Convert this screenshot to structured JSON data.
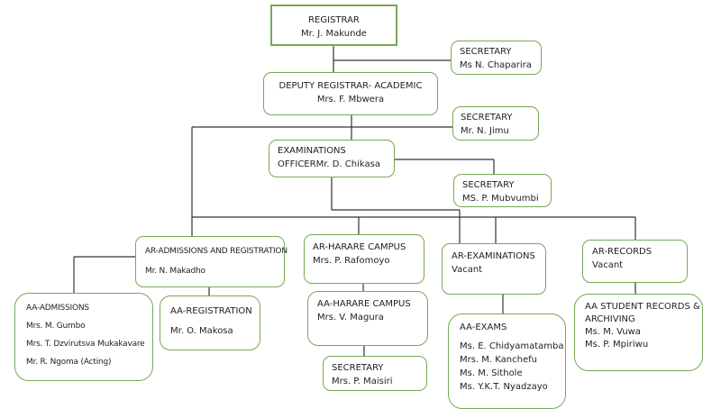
{
  "chart": {
    "registrar": {
      "title": "REGISTRAR",
      "name": "Mr. J. Makunde"
    },
    "registrar_secretary": {
      "title": "SECRETARY",
      "name": "Ms N. Chaparira"
    },
    "deputy": {
      "title": "DEPUTY REGISTRAR- ACADEMIC",
      "name": "Mrs. F. Mbwera"
    },
    "deputy_secretary": {
      "title": "SECRETARY",
      "name": "Mr. N. Jimu"
    },
    "exams_officer": {
      "title": "EXAMINATIONS",
      "name": "OFFICERMr. D. Chikasa"
    },
    "exams_officer_secretary": {
      "title": "SECRETARY",
      "name": "MS. P. Mubvumbi"
    },
    "ar_admissions": {
      "title": "AR-ADMISSIONS AND REGISTRATION",
      "name": "Mr. N. Makadho"
    },
    "ar_harare": {
      "title": "AR-HARARE CAMPUS",
      "name": "Mrs. P. Rafomoyo"
    },
    "ar_exams": {
      "title": "AR-EXAMINATIONS",
      "name": "Vacant"
    },
    "ar_records": {
      "title": "AR-RECORDS",
      "name": "Vacant"
    },
    "aa_admissions": {
      "title": "AA-ADMISSIONS",
      "members": [
        "Mrs. M. Gumbo",
        "Mrs. T. Dzvirutsva Mukakavare",
        "Mr. R. Ngoma (Acting)"
      ]
    },
    "aa_registration": {
      "title": "AA-REGISTRATION",
      "name": "Mr. O. Makosa"
    },
    "aa_harare": {
      "title": "AA-HARARE CAMPUS",
      "name": "Mrs. V. Magura"
    },
    "harare_secretary": {
      "title": "SECRETARY",
      "name": "Mrs. P. Maisiri"
    },
    "aa_exams": {
      "title": "AA-EXAMS",
      "members": [
        "Ms. E. Chidyamatamba",
        "Mrs. M. Kanchefu",
        "Ms. M. Sithole",
        "Ms. Y.K.T. Nyadzayo"
      ]
    },
    "aa_records": {
      "title": "AA STUDENT RECORDS &",
      "title_cont": "ARCHIVING",
      "members": [
        "Ms. M. Vuwa",
        "Ms. P. Mpiriwu"
      ]
    }
  },
  "colors": {
    "box_border": "#77a855",
    "line": "#333333",
    "spellcheck": "#dd3333"
  }
}
